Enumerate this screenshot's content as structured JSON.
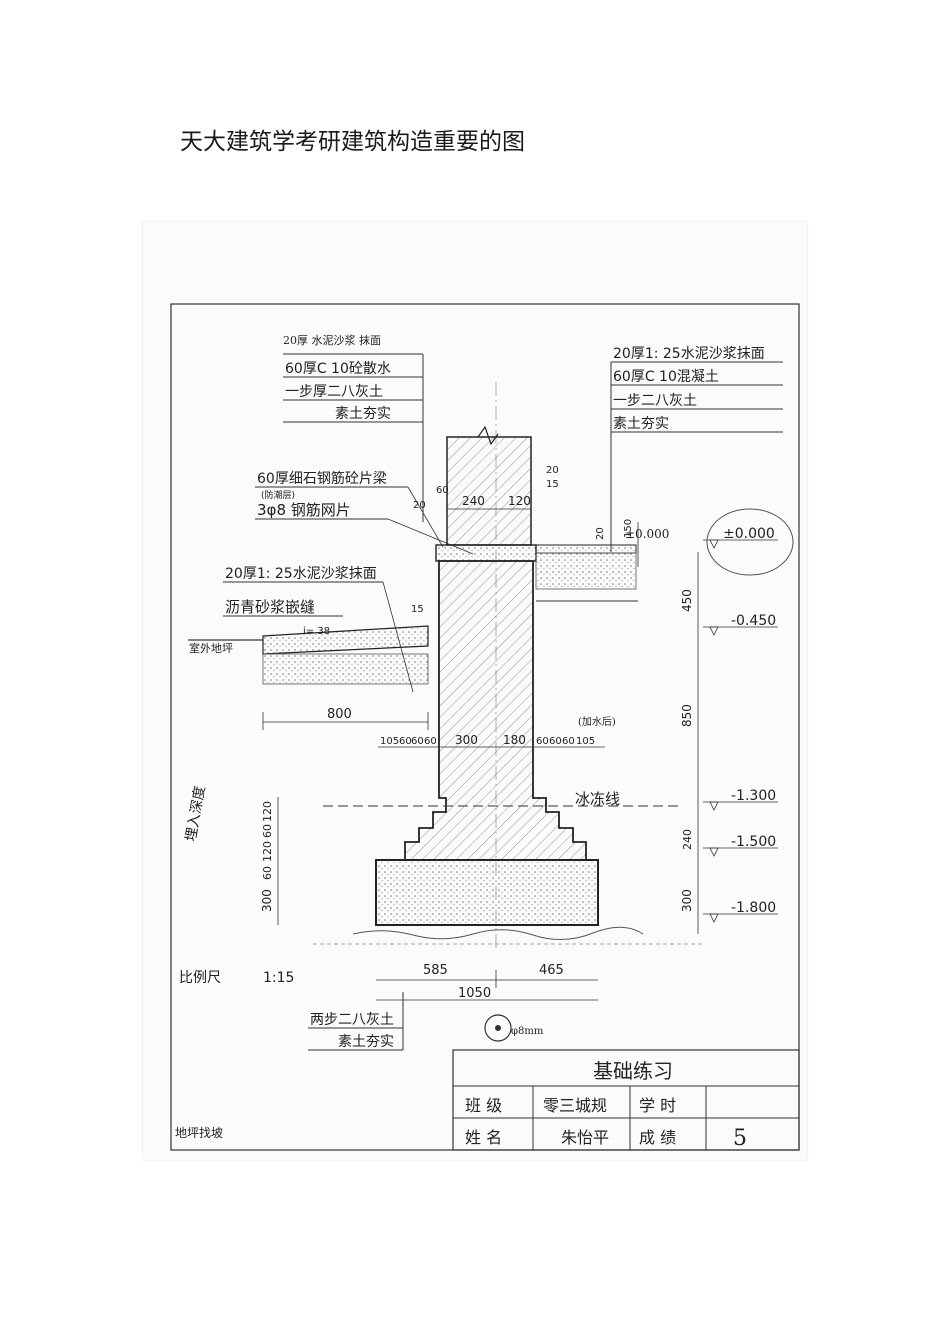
{
  "page_title": "天大建筑学考研建筑构造重要的图",
  "drawing": {
    "left_notes_top": [
      "60厚C 10砼散水",
      "一步厚二八灰土",
      "素土夯实"
    ],
    "right_notes_top": [
      "20厚1: 25水泥沙浆抹面",
      "60厚C 10混凝土",
      "一步二八灰土",
      "素土夯实"
    ],
    "beam_note": "60厚细石钢筋砼片梁",
    "beam_subnote": "(防潮层)",
    "rebar_note": "3φ8 钢筋网片",
    "plaster_note": "20厚1: 25水泥沙浆抹面",
    "joint_note": "沥青砂浆嵌缝",
    "slope_label": "i= 38",
    "outdoor_label": "室外地坪",
    "frost_label": "冰冻线",
    "bottom_notes": [
      "两步二八灰土",
      "素土夯实"
    ],
    "scale_label": "比例尺",
    "scale_value": "1:15",
    "dims": {
      "wall_left": "240",
      "wall_right": "120",
      "d20a": "20",
      "d60": "60",
      "d20b": "20",
      "d15a": "15",
      "d150": "150",
      "d20c": "20",
      "d15b": "15",
      "apron": "800",
      "step_row": [
        "105",
        "60",
        "60",
        "60",
        "300",
        "180",
        "60",
        "60",
        "60",
        "105"
      ],
      "left_vert": [
        "120",
        "60",
        "120",
        "60",
        "300"
      ],
      "right_vert": [
        "450",
        "850",
        "240",
        "300"
      ],
      "bottom_left": "585",
      "bottom_right": "465",
      "bottom_total": "1050"
    },
    "elevations": [
      "±0.000",
      "-0.450",
      "-1.300",
      "-1.500",
      "-1.800"
    ],
    "hand_notes": [
      "20厚 水泥沙浆 抹面",
      "埋入深度",
      "(加水后)",
      "±0.000"
    ],
    "circle_note": "φ8mm",
    "corner_note": "地坪找坡",
    "title_block": {
      "name": "基础练习",
      "row1": [
        "班 级",
        "零三城规",
        "学 时",
        ""
      ],
      "row2": [
        "姓 名",
        "朱怡平",
        "成 绩",
        "5"
      ]
    }
  }
}
